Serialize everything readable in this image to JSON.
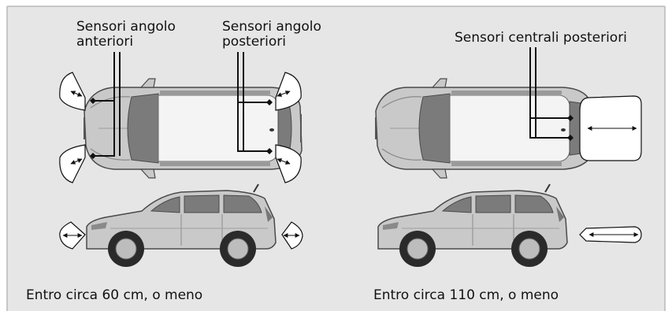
{
  "labels": {
    "front_corner_line1": "Sensori angolo",
    "front_corner_line2": "anteriori",
    "rear_corner_line1": "Sensori angolo",
    "rear_corner_line2": "posteriori",
    "rear_center": "Sensori centrali posteriori"
  },
  "captions": {
    "left": "Entro circa 60 cm, o meno",
    "right": "Entro circa 110 cm, o meno"
  },
  "colors": {
    "panel_bg": "#e6e6e6",
    "panel_border": "#b9b9b9",
    "car_body": "#c9c9c9",
    "car_dark": "#5b5b5b",
    "zone_fill": "#ffffff",
    "leader_line": "#111111"
  }
}
